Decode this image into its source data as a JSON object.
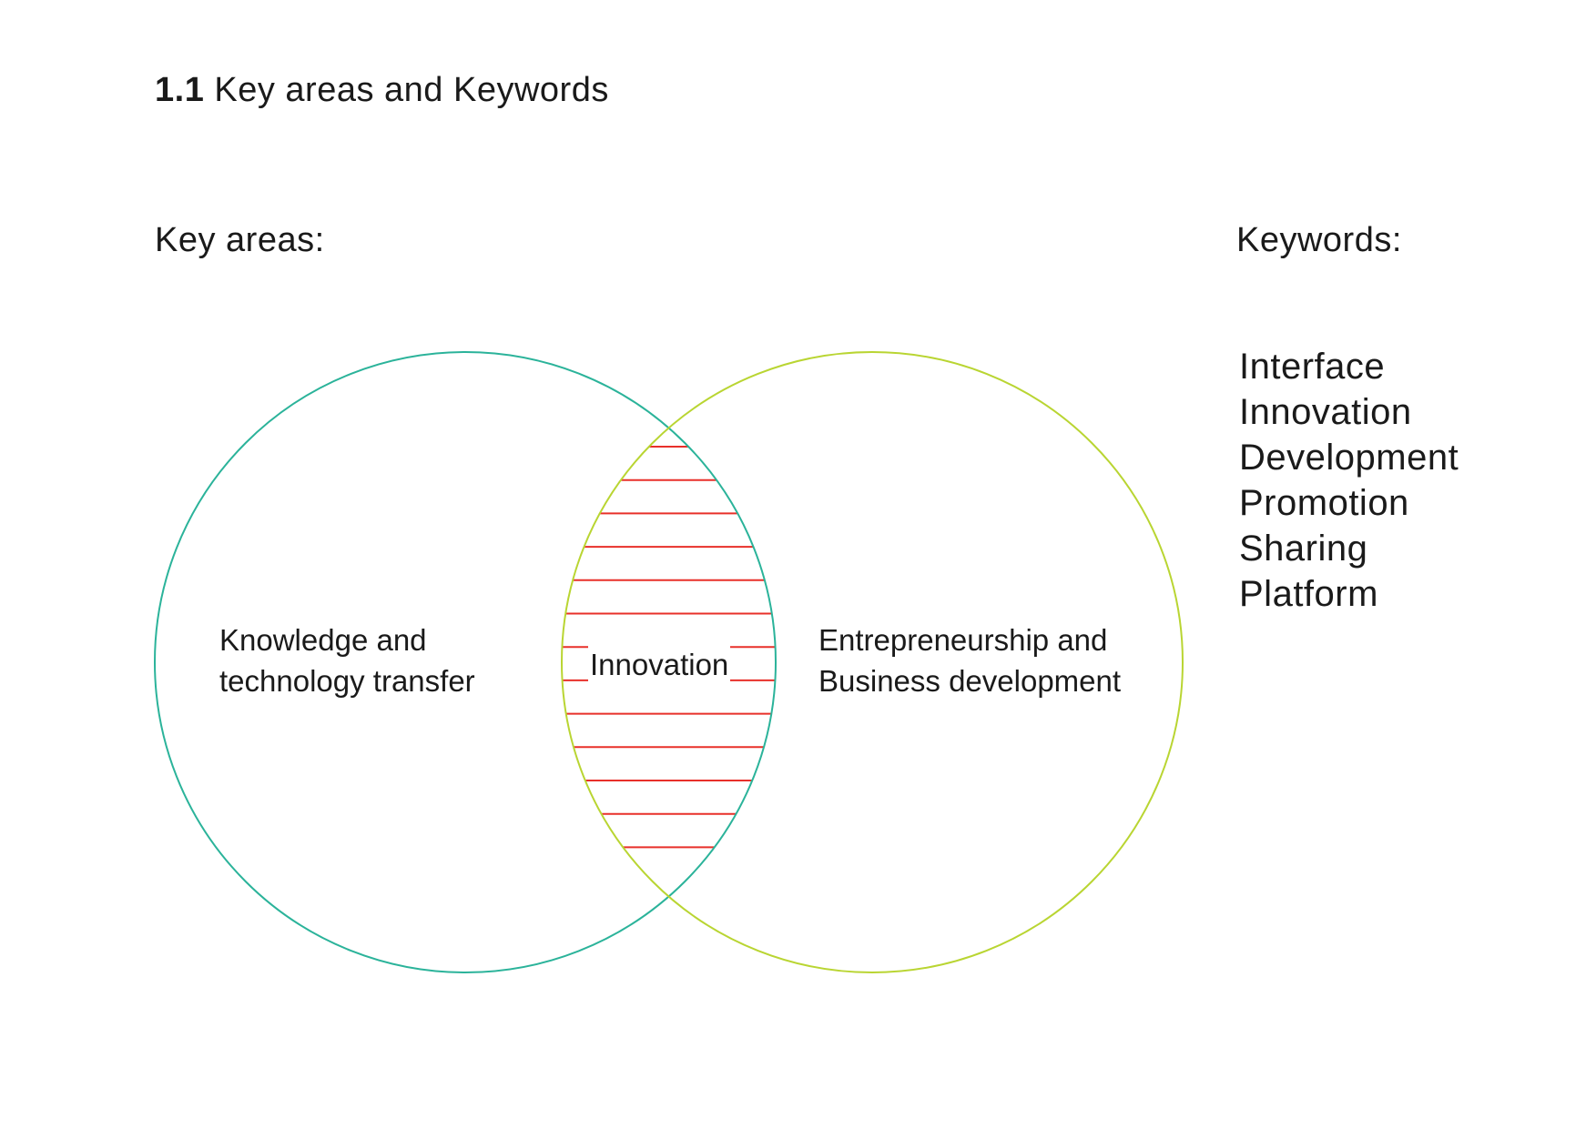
{
  "title": {
    "number": "1.1",
    "text": "Key areas and Keywords"
  },
  "key_areas_heading": "Key areas:",
  "keywords_heading": "Keywords:",
  "keywords": [
    "Interface",
    "Innovation",
    "Development",
    "Promotion",
    "Sharing",
    "Platform"
  ],
  "venn": {
    "left": {
      "line1": "Knowledge and",
      "line2": "technology transfer",
      "color": "#2bb39a"
    },
    "right": {
      "line1": "Entrepreneurship and",
      "line2": "Business development",
      "color": "#b9d532"
    },
    "intersection": {
      "label": "Innovation",
      "hatch_color": "#e8302a"
    }
  }
}
